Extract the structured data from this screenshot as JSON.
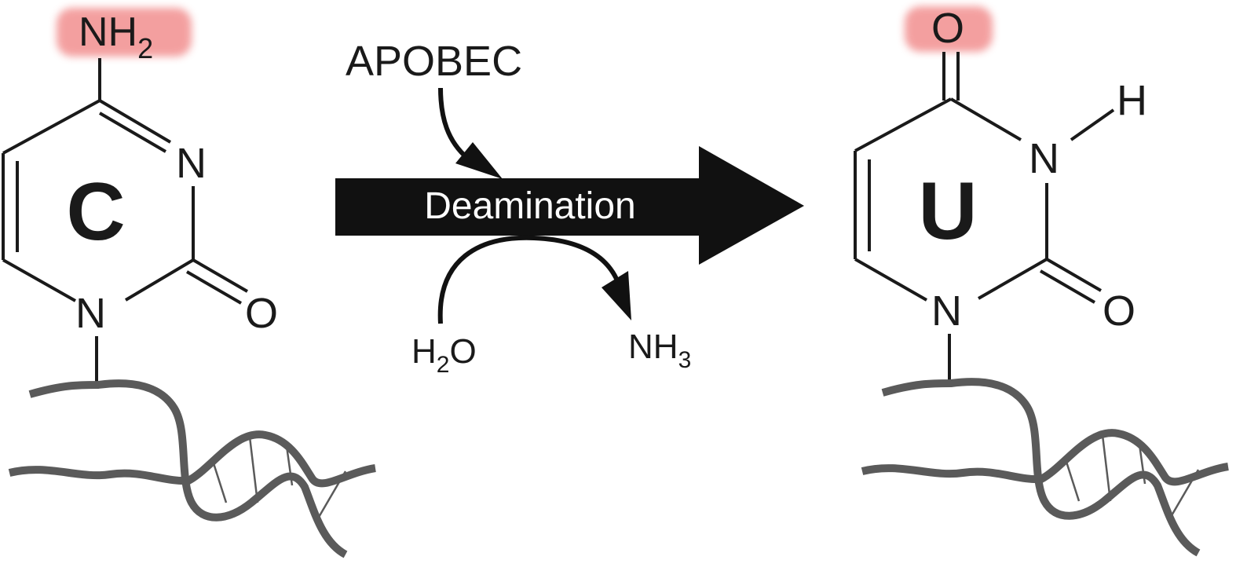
{
  "reactant": {
    "base_letter": "C",
    "amine_group": "NH",
    "amine_sub": "2",
    "ring_n_upper": "N",
    "ring_n_lower": "N",
    "carbonyl_o": "O"
  },
  "product": {
    "base_letter": "U",
    "top_o": "O",
    "ring_n_upper": "N",
    "h_label": "H",
    "ring_n_lower": "N",
    "carbonyl_o": "O"
  },
  "reaction": {
    "enzyme": "APOBEC",
    "process": "Deamination",
    "water": "H",
    "water_sub": "2",
    "water_tail": "O",
    "ammonia": "NH",
    "ammonia_sub": "3"
  },
  "colors": {
    "highlight": "#f08080",
    "ink": "#1a1a1a",
    "dna": "#5a5a5a",
    "arrow": "#1a1a1a"
  }
}
